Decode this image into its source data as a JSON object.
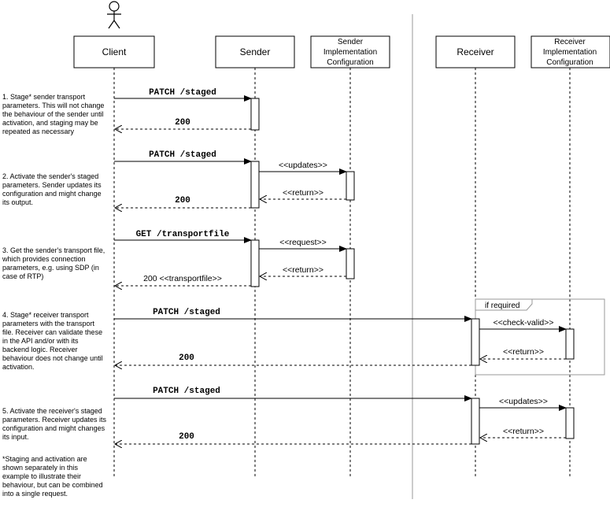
{
  "participants": {
    "client": "Client",
    "sender": "Sender",
    "sender_config": [
      "Sender",
      "Implementation",
      "Configuration"
    ],
    "receiver": "Receiver",
    "receiver_config": [
      "Receiver",
      "Implementation",
      "Configuration"
    ]
  },
  "messages": {
    "m1": "PATCH /staged",
    "r1": "200",
    "m2": "PATCH /staged",
    "m2_updates": "<<updates>>",
    "m2_return": "<<return>>",
    "r2": "200",
    "m3": "GET /transportfile",
    "m3_request": "<<request>>",
    "m3_return": "<<return>>",
    "r3": "200 <<transportfile>>",
    "m4": "PATCH /staged",
    "m4_check": "<<check-valid>>",
    "m4_return": "<<return>>",
    "r4": "200",
    "m5": "PATCH /staged",
    "m5_updates": "<<updates>>",
    "m5_return": "<<return>>",
    "r5": "200"
  },
  "fragment_label": "if required",
  "notes": {
    "n1": [
      "1. Stage* sender transport",
      "parameters. This will not change",
      "the behaviour of the sender until",
      "activation, and staging may be",
      "repeated as necessary"
    ],
    "n2": [
      "2. Activate the sender's staged",
      "parameters. Sender updates its",
      "configuration and might change",
      "its output."
    ],
    "n3": [
      "3. Get the sender's transport file,",
      "which provides connection",
      "parameters, e.g. using SDP (in",
      "case of RTP)"
    ],
    "n4": [
      "4. Stage* receiver transport",
      "parameters with the transport",
      "file. Receiver can validate these",
      "in the API and/or with its",
      "backend logic. Receiver",
      "behaviour does not change until",
      "activation."
    ],
    "n5": [
      "5. Activate the receiver's staged",
      "parameters. Receiver updates its",
      "configuration and might changes",
      "its input."
    ],
    "footnote": [
      "*Staging and activation are",
      "shown separately in this",
      "example to illustrate their",
      "behaviour, but can be combined",
      "into a single request."
    ]
  }
}
